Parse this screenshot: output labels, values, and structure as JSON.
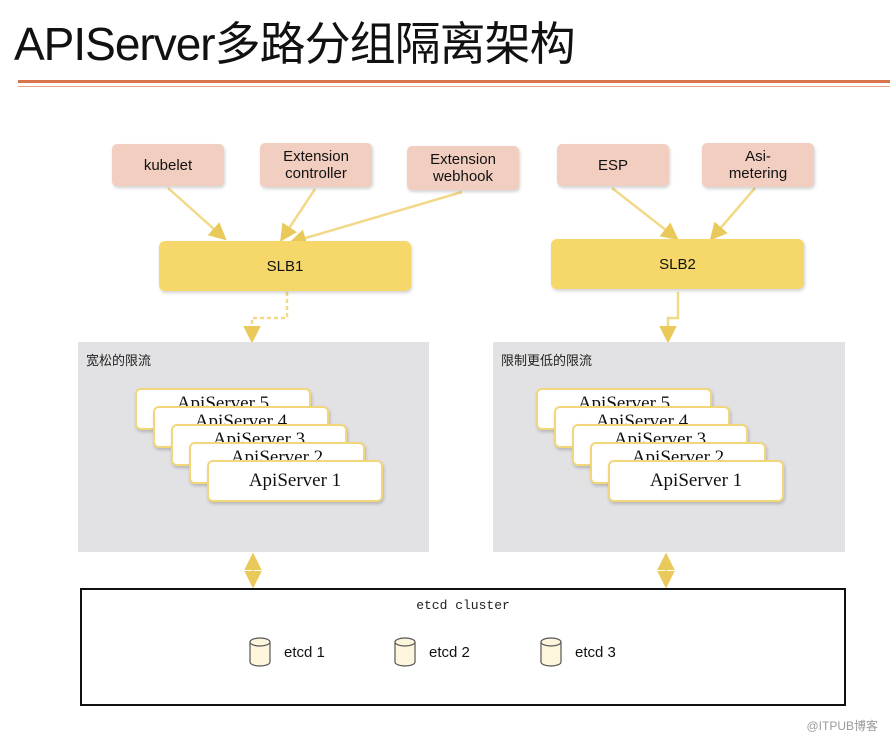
{
  "title": "APIServer多路分组隔离架构",
  "clients": {
    "kubelet": "kubelet",
    "extension_controller": "Extension\ncontroller",
    "extension_webhook": "Extension\nwebhook",
    "esp": "ESP",
    "asi_metering": "Asi-\nmetering"
  },
  "slb": {
    "left": "SLB1",
    "right": "SLB2"
  },
  "zones": {
    "left": {
      "label": "宽松的限流",
      "apiservers": [
        "ApiServer 5",
        "ApiServer 4",
        "ApiServer 3",
        "ApiServer 2",
        "ApiServer 1"
      ]
    },
    "right": {
      "label": "限制更低的限流",
      "apiservers": [
        "ApiServer 5",
        "ApiServer 4",
        "ApiServer 3",
        "ApiServer 2",
        "ApiServer 1"
      ]
    }
  },
  "etcd": {
    "cluster_label": "etcd cluster",
    "nodes": [
      "etcd 1",
      "etcd 2",
      "etcd 3"
    ]
  },
  "watermark": "@ITPUB博客",
  "colors": {
    "accent_rule": "#d9734a",
    "client_fill": "#f2cec0",
    "slb_fill": "#f6d86a",
    "arrow": "#f2d98a",
    "zone_fill": "#e2e2e4"
  }
}
